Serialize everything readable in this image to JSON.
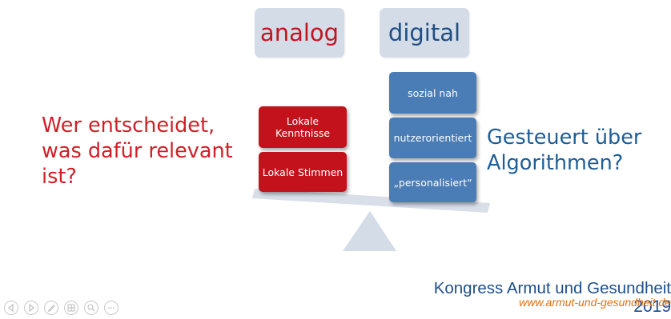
{
  "headers": {
    "analog": "analog",
    "digital": "digital"
  },
  "left_question": {
    "line1": "Wer entscheidet,",
    "line2": "was dafür relevant",
    "line3": "ist?"
  },
  "right_question": {
    "line1": "Gesteuert über",
    "line2": "Algorithmen?"
  },
  "analog_items": [
    {
      "line1": "Lokale",
      "line2": "Kenntnisse"
    },
    {
      "line1": "Lokale Stimmen"
    }
  ],
  "digital_items": [
    {
      "label": "sozial nah"
    },
    {
      "label": "nutzerorientiert"
    },
    {
      "label": "„personalisiert“"
    }
  ],
  "footer": {
    "congress": "Kongress Armut und Gesundheit",
    "website": "www.armut-und-gesundheit.de",
    "year": "2019"
  },
  "controls": [
    {
      "icon": "previous-icon"
    },
    {
      "icon": "next-icon"
    },
    {
      "icon": "pen-icon"
    },
    {
      "icon": "slides-icon"
    },
    {
      "icon": "zoom-icon"
    },
    {
      "icon": "more-icon"
    }
  ],
  "colors": {
    "analog_red": "#c4121c",
    "digital_blue": "#4a7cb5",
    "header_bg": "#d4dce8",
    "footer_orange": "#e07012"
  }
}
